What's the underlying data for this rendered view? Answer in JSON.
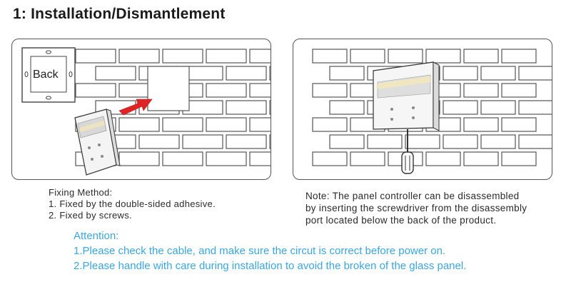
{
  "title": "1: Installation/Dismantlement",
  "left_panel": {
    "back_label": "Back"
  },
  "fixing": {
    "heading": "Fixing Method:",
    "items": [
      "1. Fixed by the double-sided adhesive.",
      "2. Fixed by screws."
    ]
  },
  "note": {
    "lines": [
      "Note: The panel controller can be disassembled",
      "by inserting the screwdriver from the disassembly",
      "port located below the back of the product."
    ]
  },
  "attention": {
    "heading": "Attention:",
    "items": [
      "1.Please check the cable, and make sure the circut is correct before power on.",
      "2.Please handle with care during installation to avoid the broken of the glass panel."
    ]
  },
  "colors": {
    "attention_text": "#3aa6e0",
    "arrow": "#e02424",
    "outline": "#555555"
  }
}
